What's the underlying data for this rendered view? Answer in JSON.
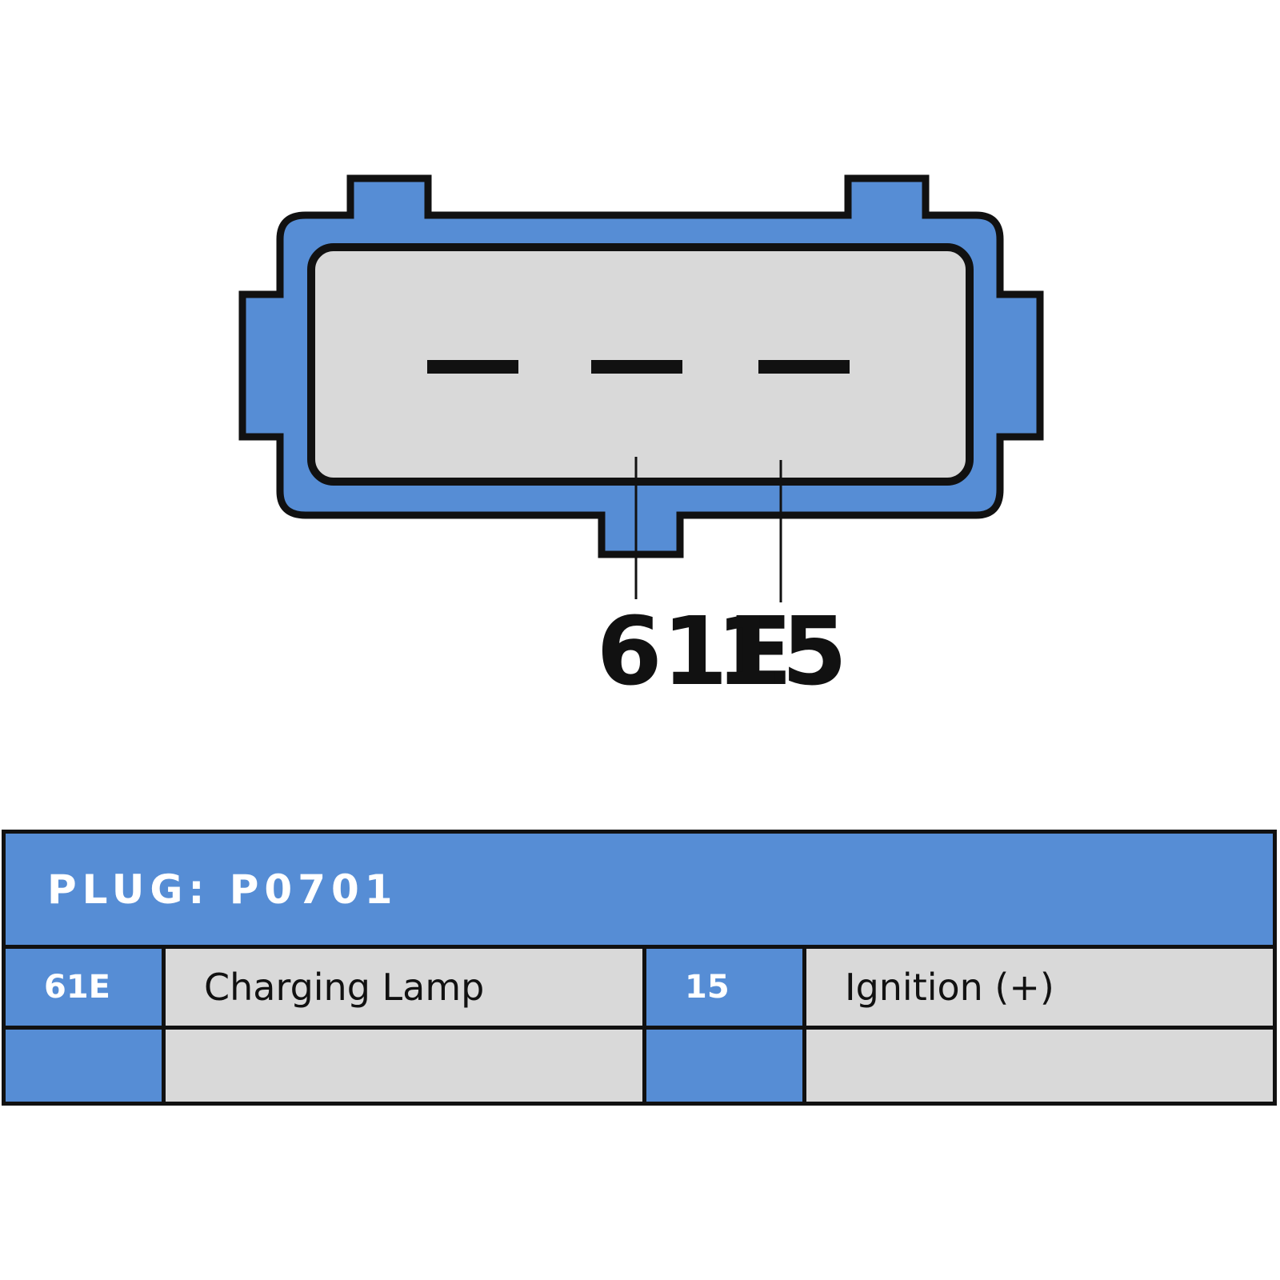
{
  "colors": {
    "connector_body": "#568DD5",
    "connector_face": "#D9D9D9",
    "outline": "#111111",
    "table_header_bg": "#568DD5",
    "table_pin_bg": "#568DD5",
    "table_desc_bg": "#D9D9D9",
    "header_text": "#FFFFFF"
  },
  "diagram": {
    "pin_labels": [
      "61E",
      "15"
    ]
  },
  "table": {
    "title": "PLUG: P0701",
    "rows": [
      {
        "pin_a": "61E",
        "desc_a": "Charging Lamp",
        "pin_b": "15",
        "desc_b": "Ignition (+)"
      },
      {
        "pin_a": "",
        "desc_a": "",
        "pin_b": "",
        "desc_b": ""
      }
    ]
  }
}
